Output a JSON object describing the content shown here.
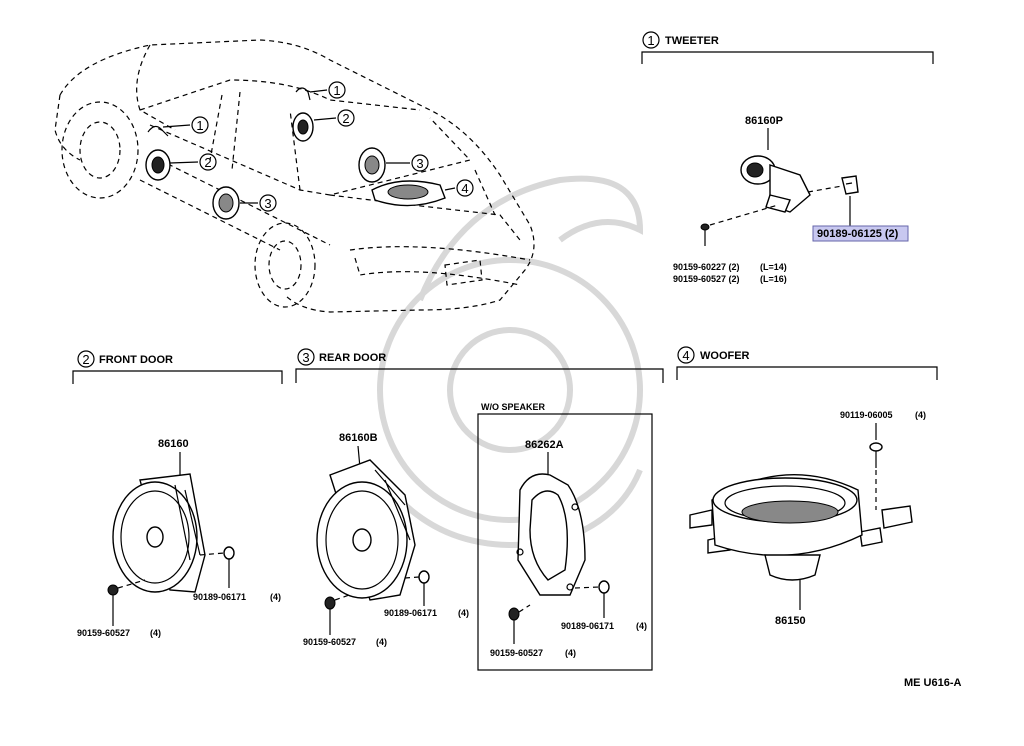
{
  "sections": {
    "tweeter": {
      "index": "1",
      "title": "TWEETER"
    },
    "front_door": {
      "index": "2",
      "title": "FRONT DOOR"
    },
    "rear_door": {
      "index": "3",
      "title": "REAR DOOR"
    },
    "woofer": {
      "index": "4",
      "title": "WOOFER"
    },
    "wo_speaker": {
      "title": "W/O SPEAKER"
    }
  },
  "car_callouts": [
    "1",
    "2",
    "3",
    "1",
    "2",
    "3",
    "4"
  ],
  "parts": {
    "tweeter_unit": "86160P",
    "tweeter_clip": "90189-06125 (2)",
    "tweeter_screw_1": "90159-60227 (2)",
    "tweeter_screw_1_len": "(L=14)",
    "tweeter_screw_2": "90159-60527 (2)",
    "tweeter_screw_2_len": "(L=16)",
    "front_speaker": "86160",
    "front_screw": "90159-60527",
    "front_screw_qty": "(4)",
    "front_clip": "90189-06171",
    "front_clip_qty": "(4)",
    "rear_speaker": "86160B",
    "rear_screw": "90159-60527",
    "rear_screw_qty": "(4)",
    "rear_clip": "90189-06171",
    "rear_clip_qty": "(4)",
    "wo_panel": "86262A",
    "wo_clip": "90189-06171",
    "wo_clip_qty": "(4)",
    "wo_screw": "90159-60527",
    "wo_screw_qty": "(4)",
    "woofer_bolt": "90119-06005",
    "woofer_bolt_qty": "(4)",
    "woofer_unit": "86150"
  },
  "diagram_code": "ME  U616-A",
  "colors": {
    "highlight": "#c8c8f0",
    "highlight_border": "#6666aa",
    "line": "#000000"
  }
}
